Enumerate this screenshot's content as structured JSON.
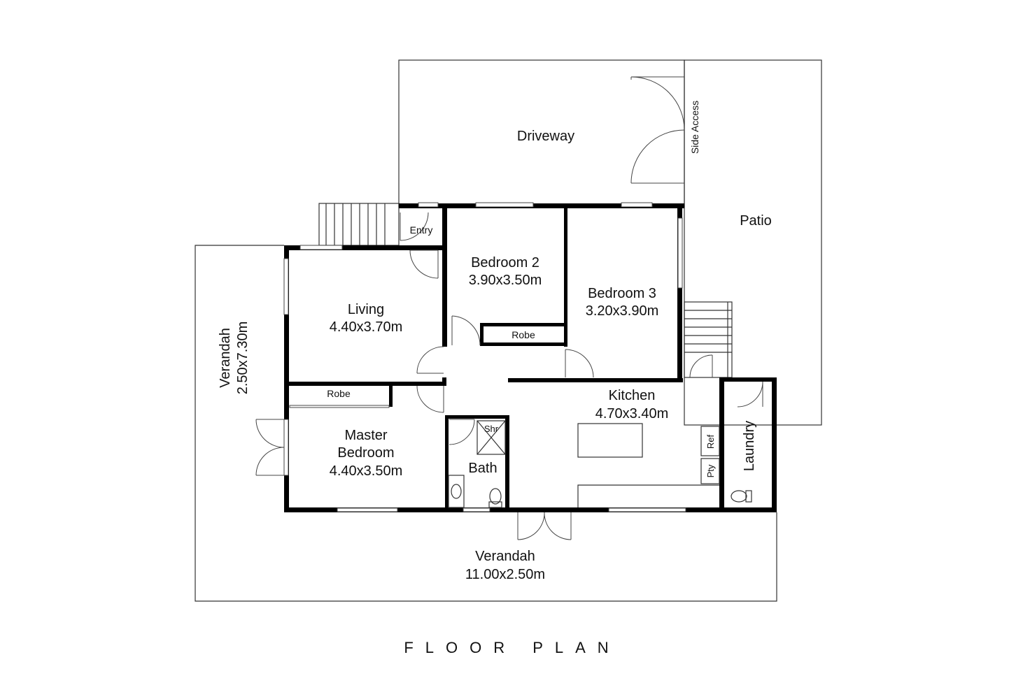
{
  "rooms": {
    "driveway": {
      "name": "Driveway"
    },
    "side_access": {
      "name": "Side Access"
    },
    "patio": {
      "name": "Patio"
    },
    "entry": {
      "name": "Entry"
    },
    "bedroom2": {
      "name": "Bedroom 2",
      "size": "3.90x3.50m"
    },
    "bedroom3": {
      "name": "Bedroom 3",
      "size": "3.20x3.90m"
    },
    "living": {
      "name": "Living",
      "size": "4.40x3.70m"
    },
    "robe_bed2": {
      "name": "Robe"
    },
    "robe_master": {
      "name": "Robe"
    },
    "verandah_side": {
      "name": "Verandah",
      "size": "2.50x7.30m"
    },
    "master": {
      "name_line1": "Master",
      "name_line2": "Bedroom",
      "size": "4.40x3.50m"
    },
    "shower": {
      "name": "Shr"
    },
    "bath": {
      "name": "Bath"
    },
    "kitchen": {
      "name": "Kitchen",
      "size": "4.70x3.40m"
    },
    "fridge": {
      "name": "Ref"
    },
    "pantry": {
      "name": "Pty"
    },
    "laundry": {
      "name": "Laundry"
    },
    "verandah_front": {
      "name": "Verandah",
      "size": "11.00x2.50m"
    }
  },
  "title": "FLOOR PLAN"
}
